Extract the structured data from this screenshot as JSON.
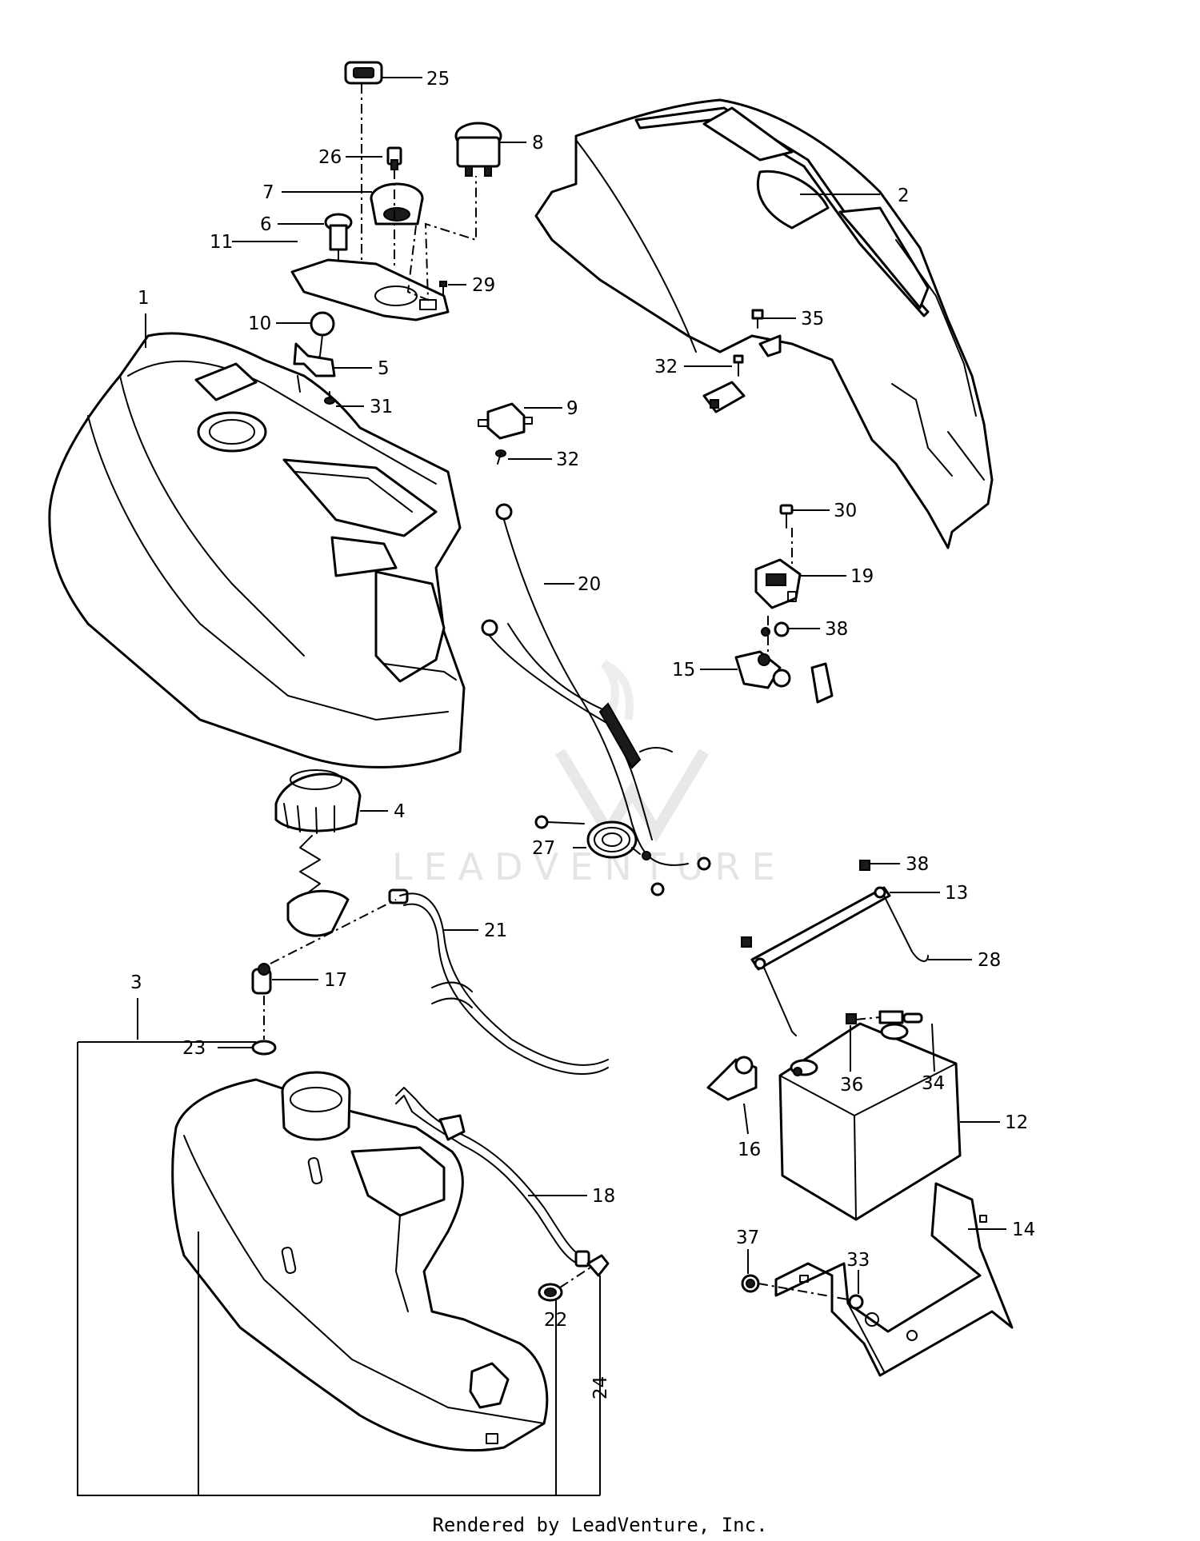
{
  "watermark": {
    "text": "LEADVENTURE"
  },
  "footer": {
    "credit": "Rendered by LeadVenture, Inc."
  },
  "callouts": [
    "25",
    "26",
    "8",
    "7",
    "6",
    "11",
    "29",
    "2",
    "10",
    "1",
    "5",
    "31",
    "35",
    "32",
    "9",
    "32",
    "30",
    "20",
    "19",
    "38",
    "15",
    "4",
    "27",
    "38",
    "13",
    "21",
    "28",
    "3",
    "17",
    "23",
    "36",
    "34",
    "12",
    "16",
    "18",
    "14",
    "37",
    "33",
    "22",
    "24"
  ]
}
